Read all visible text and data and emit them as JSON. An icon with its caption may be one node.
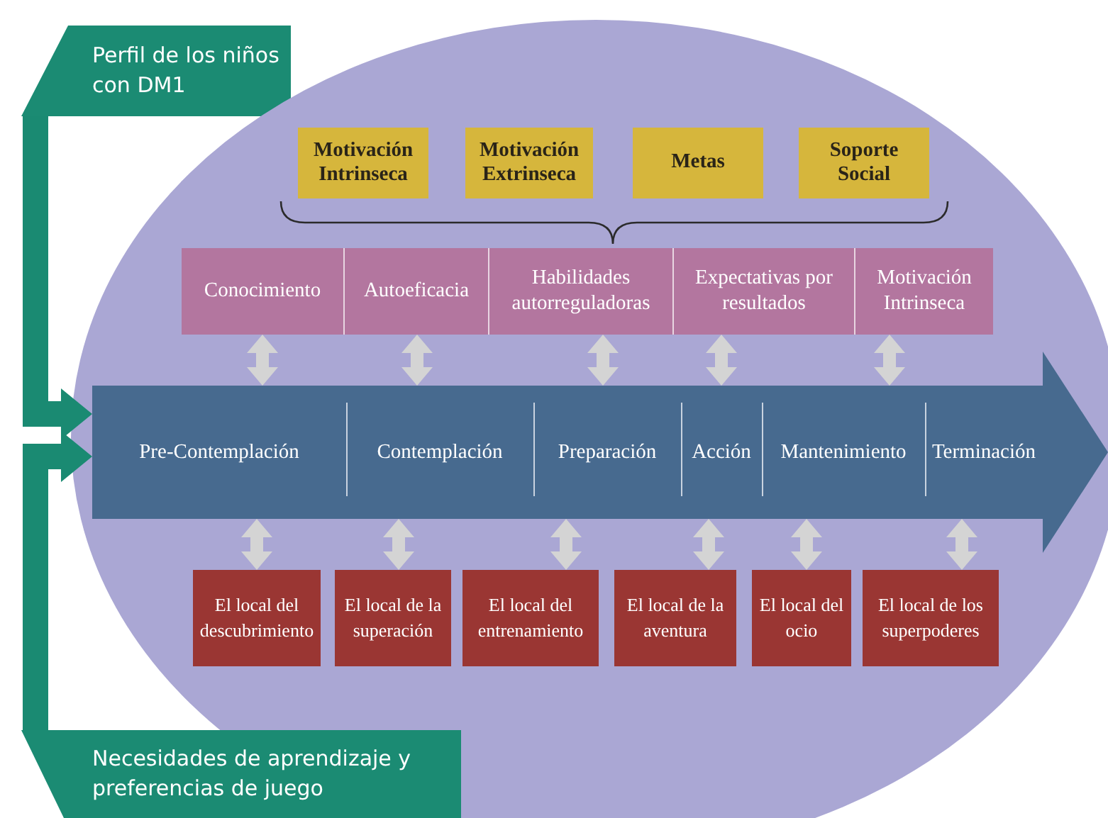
{
  "diagram": {
    "nodes": [
      {
        "text": [
          "Perfil de los niños con DM1"
        ]
      },
      {
        "text": [],
        "shape": "circle"
      },
      {
        "text": [
          "Motivación Intrinseca"
        ],
        "in": 1
      },
      {
        "text": [
          "Motivación Extrinseca"
        ],
        "in": 1
      },
      {
        "text": [
          "Metas"
        ],
        "in": 1
      },
      {
        "text": [
          "Soporte Social"
        ],
        "in": 1
      },
      {
        "text": [
          "Conocimiento"
        ],
        "in": 1
      },
      {
        "text": [
          "Autoeficacia"
        ],
        "in": 1
      },
      {
        "text": [
          "Habilidades autorreguladoras"
        ],
        "in": 1
      },
      {
        "text": [
          "Expectativas por resultados"
        ],
        "in": 1
      },
      {
        "text": [
          "Motivación Intrinseca"
        ],
        "in": 1
      },
      {
        "text": [],
        "shape": "arrow",
        "in": 1
      },
      {
        "text": [
          "Pre-Contemplación"
        ],
        "in": 11
      },
      {
        "text": [
          "Contemplación"
        ],
        "in": 11
      },
      {
        "text": [
          "Preparación"
        ],
        "in": 11
      },
      {
        "text": [
          "Acción"
        ],
        "in": 11
      },
      {
        "text": [
          "Mantenimiento"
        ],
        "in": 11
      },
      {
        "text": [
          "Terminación"
        ],
        "in": 11
      },
      {
        "text": [
          "El local del descubrimiento"
        ],
        "in": 1
      },
      {
        "text": [
          "El local de la superación"
        ],
        "in": 1
      },
      {
        "text": [
          "El local del entrenamiento"
        ],
        "in": 1
      },
      {
        "text": [
          "El local de la aventura"
        ],
        "in": 1
      },
      {
        "text": [
          "El local del ocio"
        ],
        "in": 1
      },
      {
        "text": [
          "El local de los superpoderes"
        ],
        "in": 1
      },
      {
        "text": [
          "Necesidades de aprendizaje y preferencias de juego"
        ]
      }
    ],
    "edges": [
      {
        "from": 0,
        "to": 11,
        "arrow": "to",
        "style": "thick",
        "color": "#1a8a72"
      },
      {
        "from": 24,
        "to": 11,
        "arrow": "to",
        "style": "thick",
        "color": "#1a8a72"
      },
      {
        "from": 6,
        "to": 12,
        "arrow": "both"
      },
      {
        "from": 7,
        "to": 13,
        "arrow": "both"
      },
      {
        "from": 8,
        "to": 14,
        "arrow": "both"
      },
      {
        "from": 9,
        "to": 15,
        "arrow": "both"
      },
      {
        "from": 10,
        "to": 16,
        "arrow": "both"
      },
      {
        "from": 12,
        "to": 18,
        "arrow": "both"
      },
      {
        "from": 13,
        "to": 19,
        "arrow": "both"
      },
      {
        "from": 14,
        "to": 20,
        "arrow": "both"
      },
      {
        "from": 15,
        "to": 21,
        "arrow": "both"
      },
      {
        "from": 16,
        "to": 22,
        "arrow": "both"
      },
      {
        "from": 17,
        "to": 23,
        "arrow": "both"
      }
    ]
  }
}
